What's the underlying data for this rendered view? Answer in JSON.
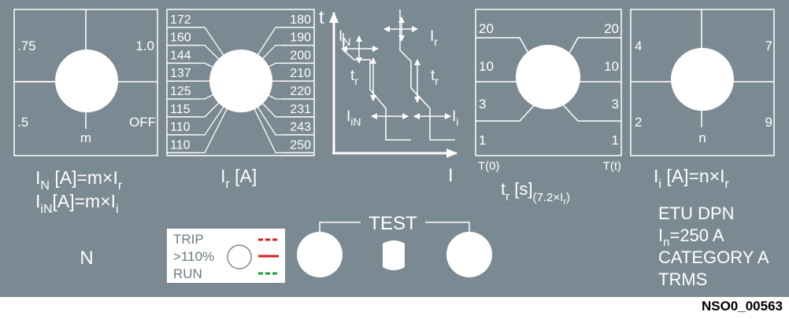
{
  "colors": {
    "panel": "#7b8a92",
    "white": "#ffffff",
    "red": "#d42020",
    "green": "#1c9c3c"
  },
  "dial_n": {
    "labels": {
      "top_left": ".75",
      "top_right": "1.0",
      "bottom_left": ".5",
      "bottom_right": "OFF",
      "center": "m"
    },
    "caption1": {
      "main": "I",
      "sub": "N",
      "rest": " [A]=m×I",
      "sub2": "r"
    },
    "caption2": {
      "main": "I",
      "sub": "iN",
      "rest": "[A]=m×I",
      "sub2": "i"
    },
    "neutral": "N"
  },
  "dial_ir": {
    "left_values": [
      "172",
      "160",
      "144",
      "137",
      "125",
      "115",
      "110",
      "110"
    ],
    "right_values": [
      "180",
      "190",
      "200",
      "210",
      "220",
      "231",
      "243",
      "250"
    ],
    "caption": {
      "main": "I",
      "sub": "r",
      "rest": " [A]"
    }
  },
  "curve": {
    "y_axis": "t",
    "x_axis": "I",
    "labels": {
      "in": {
        "main": "I",
        "sub": "N"
      },
      "ir": {
        "main": "I",
        "sub": "r"
      },
      "tr_left": {
        "main": "t",
        "sub": "r"
      },
      "tr_right": {
        "main": "t",
        "sub": "r"
      },
      "iin": {
        "main": "I",
        "sub": "iN"
      },
      "ii": {
        "main": "I",
        "sub": "i"
      }
    }
  },
  "dial_tr": {
    "left_values": [
      "20",
      "10",
      "3",
      "1"
    ],
    "right_values": [
      "20",
      "10",
      "3",
      "1"
    ],
    "t0": "T(0)",
    "tt": "T(t)",
    "caption": {
      "main": "t",
      "sub": "r",
      "rest": " [s]",
      "sub2": "(7.2×I",
      "sub3": "r",
      "close": ")"
    }
  },
  "dial_ii": {
    "labels": {
      "top_left": "4",
      "top_right": "7",
      "bottom_left": "2",
      "bottom_right": "9",
      "center": "n"
    },
    "caption": {
      "main": "I",
      "sub": "i",
      "rest": " [A]=n×I",
      "sub2": "r"
    }
  },
  "status": {
    "line1": "TRIP",
    "line2": ">110%",
    "line3": "RUN"
  },
  "test": {
    "label": "TEST"
  },
  "etu": {
    "line1": "ETU DPN",
    "line2": {
      "main": "I",
      "sub": "n",
      "rest": "=250 A"
    },
    "line3": "CATEGORY A",
    "line4": "TRMS"
  },
  "reference": "NSO0_00563"
}
